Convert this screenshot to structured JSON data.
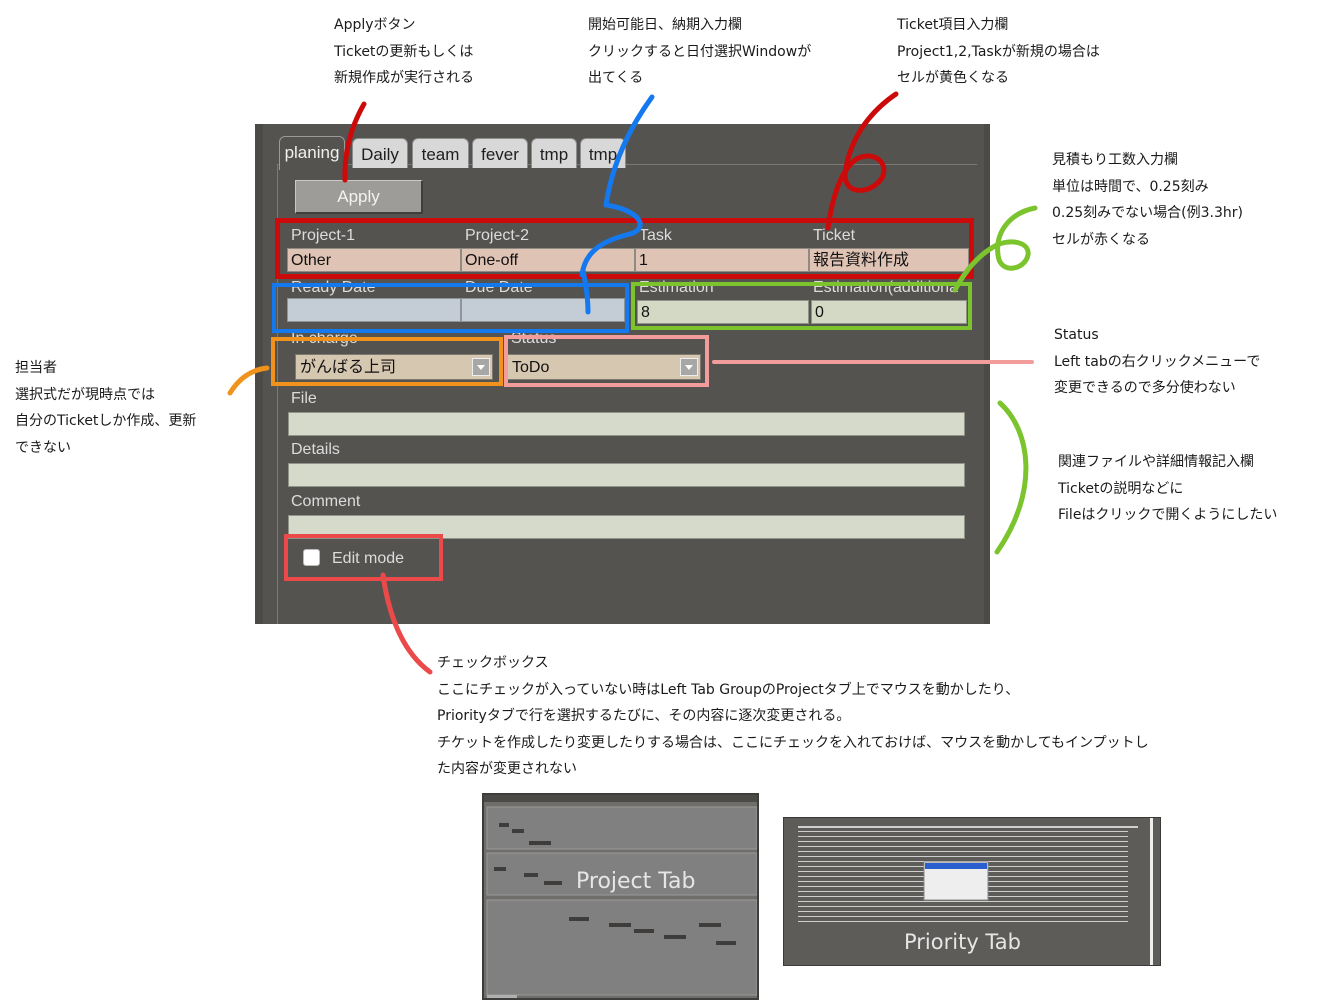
{
  "tabs": [
    "planing",
    "Daily",
    "team",
    "fever",
    "tmp",
    "tmp"
  ],
  "apply_label": "Apply",
  "ticket_labels": [
    "Project-1",
    "Project-2",
    "Task",
    "Ticket"
  ],
  "ticket_values": [
    "Other",
    "One-off",
    "1",
    "報告資料作成"
  ],
  "date_labels": [
    "Ready Date",
    "Due Date"
  ],
  "est_labels": [
    "Estimation",
    "Estimation(additiona"
  ],
  "est_values": [
    "8",
    "0"
  ],
  "incharge_label": "In charge",
  "incharge_value": "がんばる上司",
  "status_label": "Status",
  "status_value": "ToDo",
  "file_label": "File",
  "details_label": "Details",
  "comment_label": "Comment",
  "editmode_label": "Edit mode",
  "notes": {
    "apply": [
      "Applyボタン",
      "Ticketの更新もしくは",
      "新規作成が実行される"
    ],
    "dates": [
      "開始可能日、納期入力欄",
      "クリックすると日付選択Windowが",
      "出てくる"
    ],
    "ticket": [
      "Ticket項目入力欄",
      "Project1,2,Taskが新規の場合は",
      "セルが黄色くなる"
    ],
    "estimation": [
      "見積もり工数入力欄",
      "単位は時間で、0.25刻み",
      "0.25刻みでない場合(例3.3hr)",
      "セルが赤くなる"
    ],
    "incharge": [
      "担当者",
      "選択式だが現時点では",
      "自分のTicketしか作成、更新",
      "できない"
    ],
    "status": [
      "Status",
      "Left tabの右クリックメニューで",
      "変更できるので多分使わない"
    ],
    "files": [
      "関連ファイルや詳細情報記入欄",
      "Ticketの説明などに",
      "Fileはクリックで開くようにしたい"
    ],
    "checkbox": [
      "チェックボックス",
      "ここにチェックが入っていない時はLeft Tab GroupのProjectタブ上でマウスを動かしたり、",
      "Priorityタブで行を選択するたびに、その内容に逐次変更される。",
      "チケットを作成したり変更したりする場合は、ここにチェックを入れておけば、マウスを動かしてもインプットし",
      "た内容が変更されない"
    ]
  },
  "thumb_project_title": "Project Tab",
  "thumb_priority_title": "Priority Tab",
  "colors": {
    "red": "#cc0a0a",
    "blue": "#1478ee",
    "green": "#7cc42e",
    "orange": "#f0921c",
    "pink": "#f29c9c",
    "coral": "#ec4a4a",
    "panel": "#545350"
  }
}
